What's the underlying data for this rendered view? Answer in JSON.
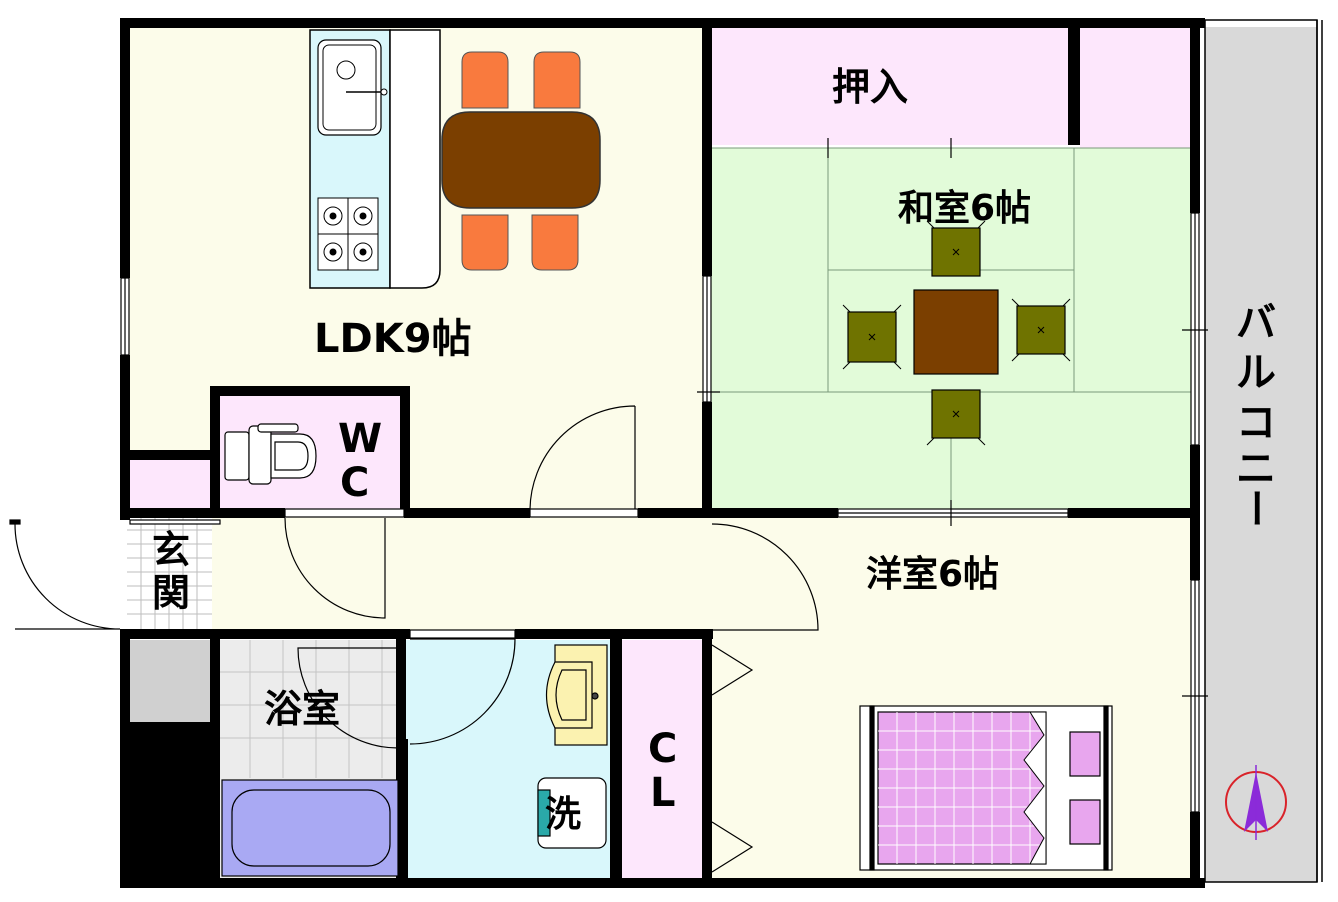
{
  "rooms": {
    "ldk": "LDK9帖",
    "washitsu": "和室6帖",
    "youshitsu": "洋室6帖",
    "oshiire": "押入",
    "wc_top": "W",
    "wc_bottom": "C",
    "genkan_top": "玄",
    "genkan_bottom": "関",
    "yokushitsu": "浴室",
    "sen": "洗",
    "cl_top": "C",
    "cl_bottom": "L"
  },
  "balcony": {
    "chars": [
      "バ",
      "ル",
      "コ",
      "ニ",
      "ー"
    ]
  },
  "colors": {
    "wall": "#000000",
    "ldk_floor": "#fcfcea",
    "tatami": "#e2fbd9",
    "storage": "#fde7fc",
    "bath_tile": "#ececec",
    "washroom": "#d9f7fb",
    "balcony": "#d9d9d9",
    "chair": "#f97a3e",
    "table": "#7b3f00",
    "zabuton": "#6f7300",
    "bed": "#e8a6ee",
    "bathtub": "#a9a9f3",
    "compass": "#8b2bd9",
    "compass_ring": "#d9232a"
  },
  "icons": [
    "sink-icon",
    "stove-icon",
    "toilet-icon",
    "bathtub-icon",
    "washbasin-icon",
    "washing-machine-icon",
    "bed-icon",
    "compass-north-icon"
  ]
}
